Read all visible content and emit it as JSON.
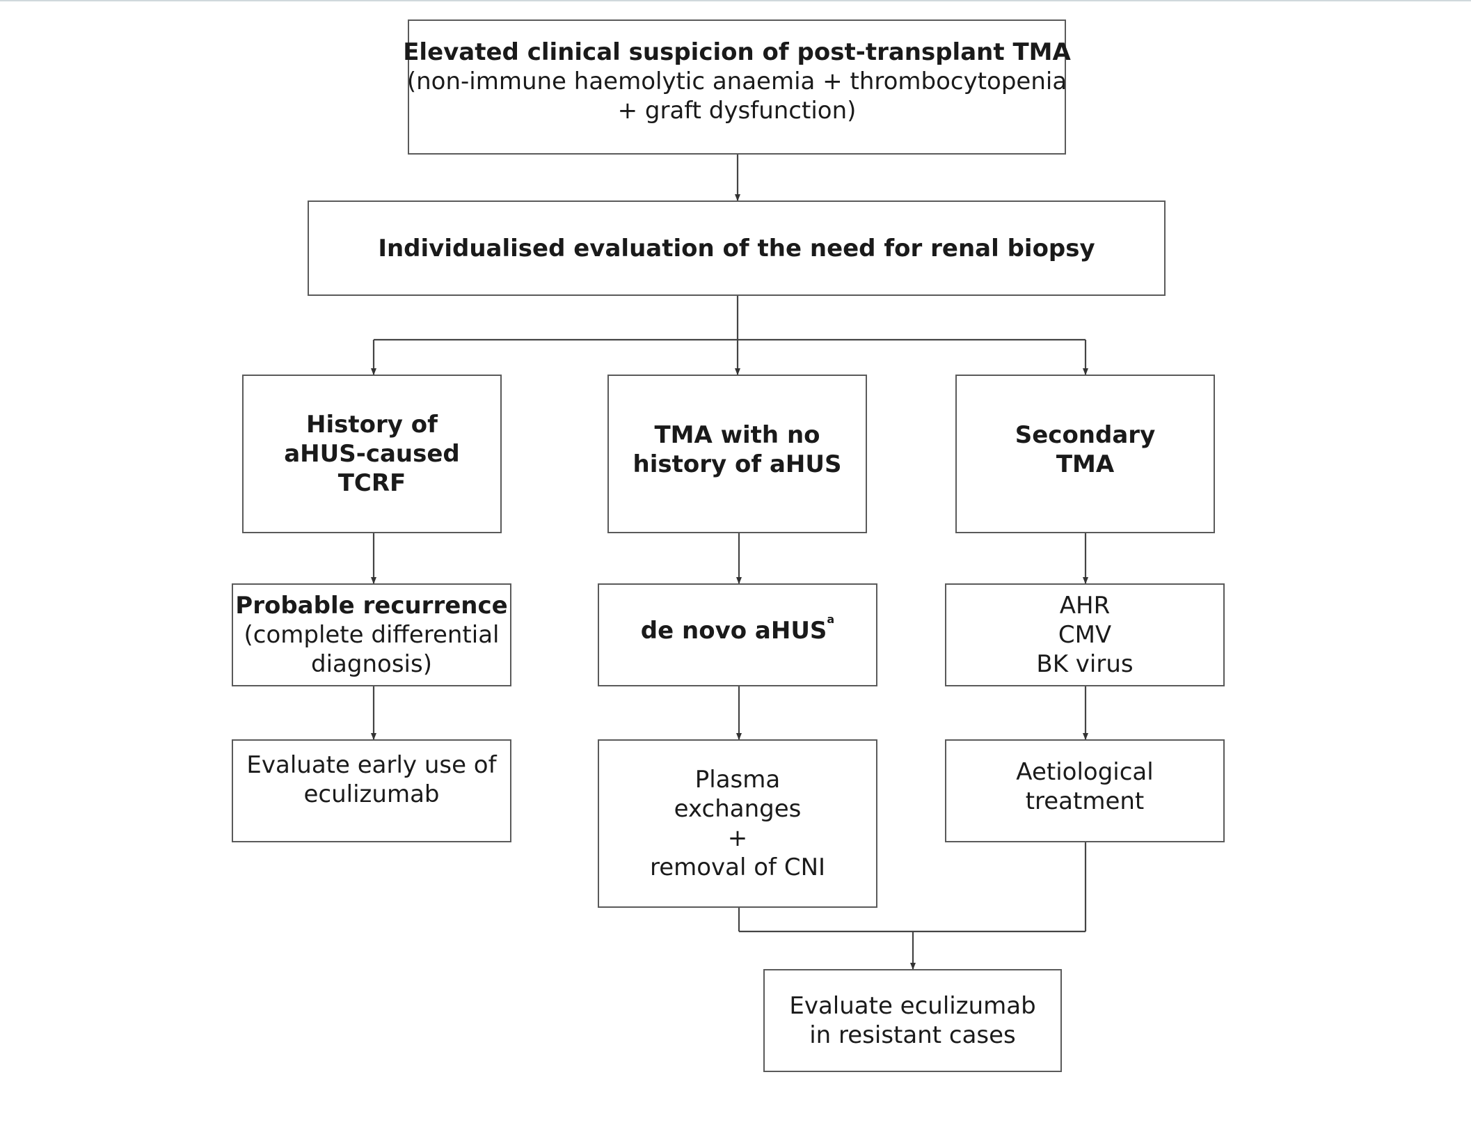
{
  "nodes": {
    "suspicion": {
      "title": "Elevated clinical suspicion of post-transplant TMA",
      "line1": "(non-immune haemolytic anaemia + thrombocytopenia",
      "line2": "+  graft dysfunction)"
    },
    "biopsy": {
      "title": "Individualised evaluation of the need for renal biopsy"
    },
    "history_ahus": {
      "line1": "History of",
      "line2": "aHUS-caused",
      "line3": "TCRF"
    },
    "tma_no_history": {
      "line1": "TMA with no",
      "line2": "history of aHUS"
    },
    "secondary": {
      "line1": "Secondary",
      "line2": "TMA"
    },
    "probable_recurrence": {
      "title": "Probable recurrence",
      "line1": "(complete differential",
      "line2": "diagnosis)"
    },
    "de_novo": {
      "title": "de novo aHUS",
      "superscript": "a"
    },
    "causes": {
      "line1": "AHR",
      "line2": "CMV",
      "line3": "BK virus"
    },
    "early_eculizumab": {
      "line1": "Evaluate early use of",
      "line2": "eculizumab"
    },
    "plasma": {
      "line1": "Plasma",
      "line2": "exchanges",
      "line3": "+",
      "line4": "removal of CNI"
    },
    "aetiological": {
      "line1": "Aetiological",
      "line2": "treatment"
    },
    "resistant": {
      "line1": "Evaluate eculizumab",
      "line2": "in resistant cases"
    }
  }
}
